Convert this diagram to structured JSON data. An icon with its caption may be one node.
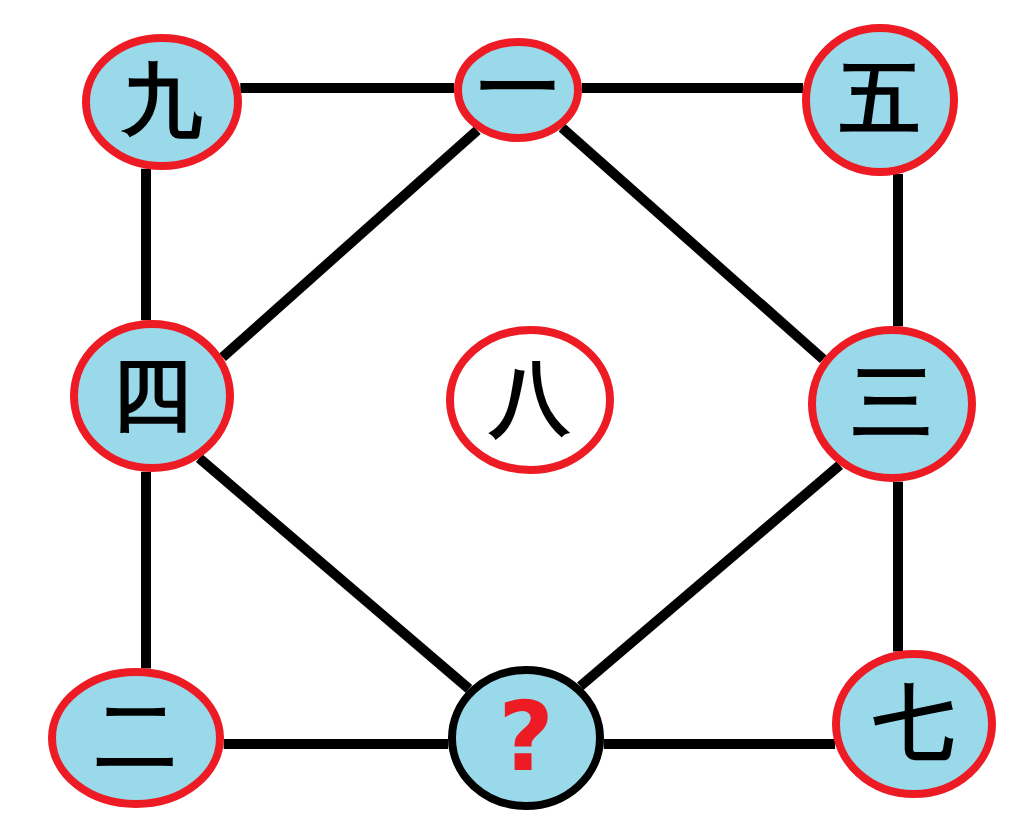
{
  "diagram": {
    "nodes": [
      {
        "text": [
          "九"
        ]
      },
      {
        "text": [
          "一"
        ]
      },
      {
        "text": [
          "五"
        ]
      },
      {
        "text": [
          "四"
        ]
      },
      {
        "text": [
          "八"
        ]
      },
      {
        "text": [
          "三"
        ]
      },
      {
        "text": [
          "二"
        ]
      },
      {
        "text": [
          "?"
        ]
      },
      {
        "text": [
          "七"
        ]
      }
    ],
    "edges": [
      {
        "from": 0,
        "to": 1,
        "arrow": "none"
      },
      {
        "from": 1,
        "to": 2,
        "arrow": "none"
      },
      {
        "from": 0,
        "to": 3,
        "arrow": "none"
      },
      {
        "from": 1,
        "to": 3,
        "arrow": "none"
      },
      {
        "from": 1,
        "to": 5,
        "arrow": "none"
      },
      {
        "from": 2,
        "to": 5,
        "arrow": "none"
      },
      {
        "from": 3,
        "to": 6,
        "arrow": "none"
      },
      {
        "from": 3,
        "to": 7,
        "arrow": "none"
      },
      {
        "from": 5,
        "to": 7,
        "arrow": "none"
      },
      {
        "from": 5,
        "to": 8,
        "arrow": "none"
      },
      {
        "from": 6,
        "to": 7,
        "arrow": "none"
      },
      {
        "from": 7,
        "to": 8,
        "arrow": "none"
      }
    ]
  }
}
